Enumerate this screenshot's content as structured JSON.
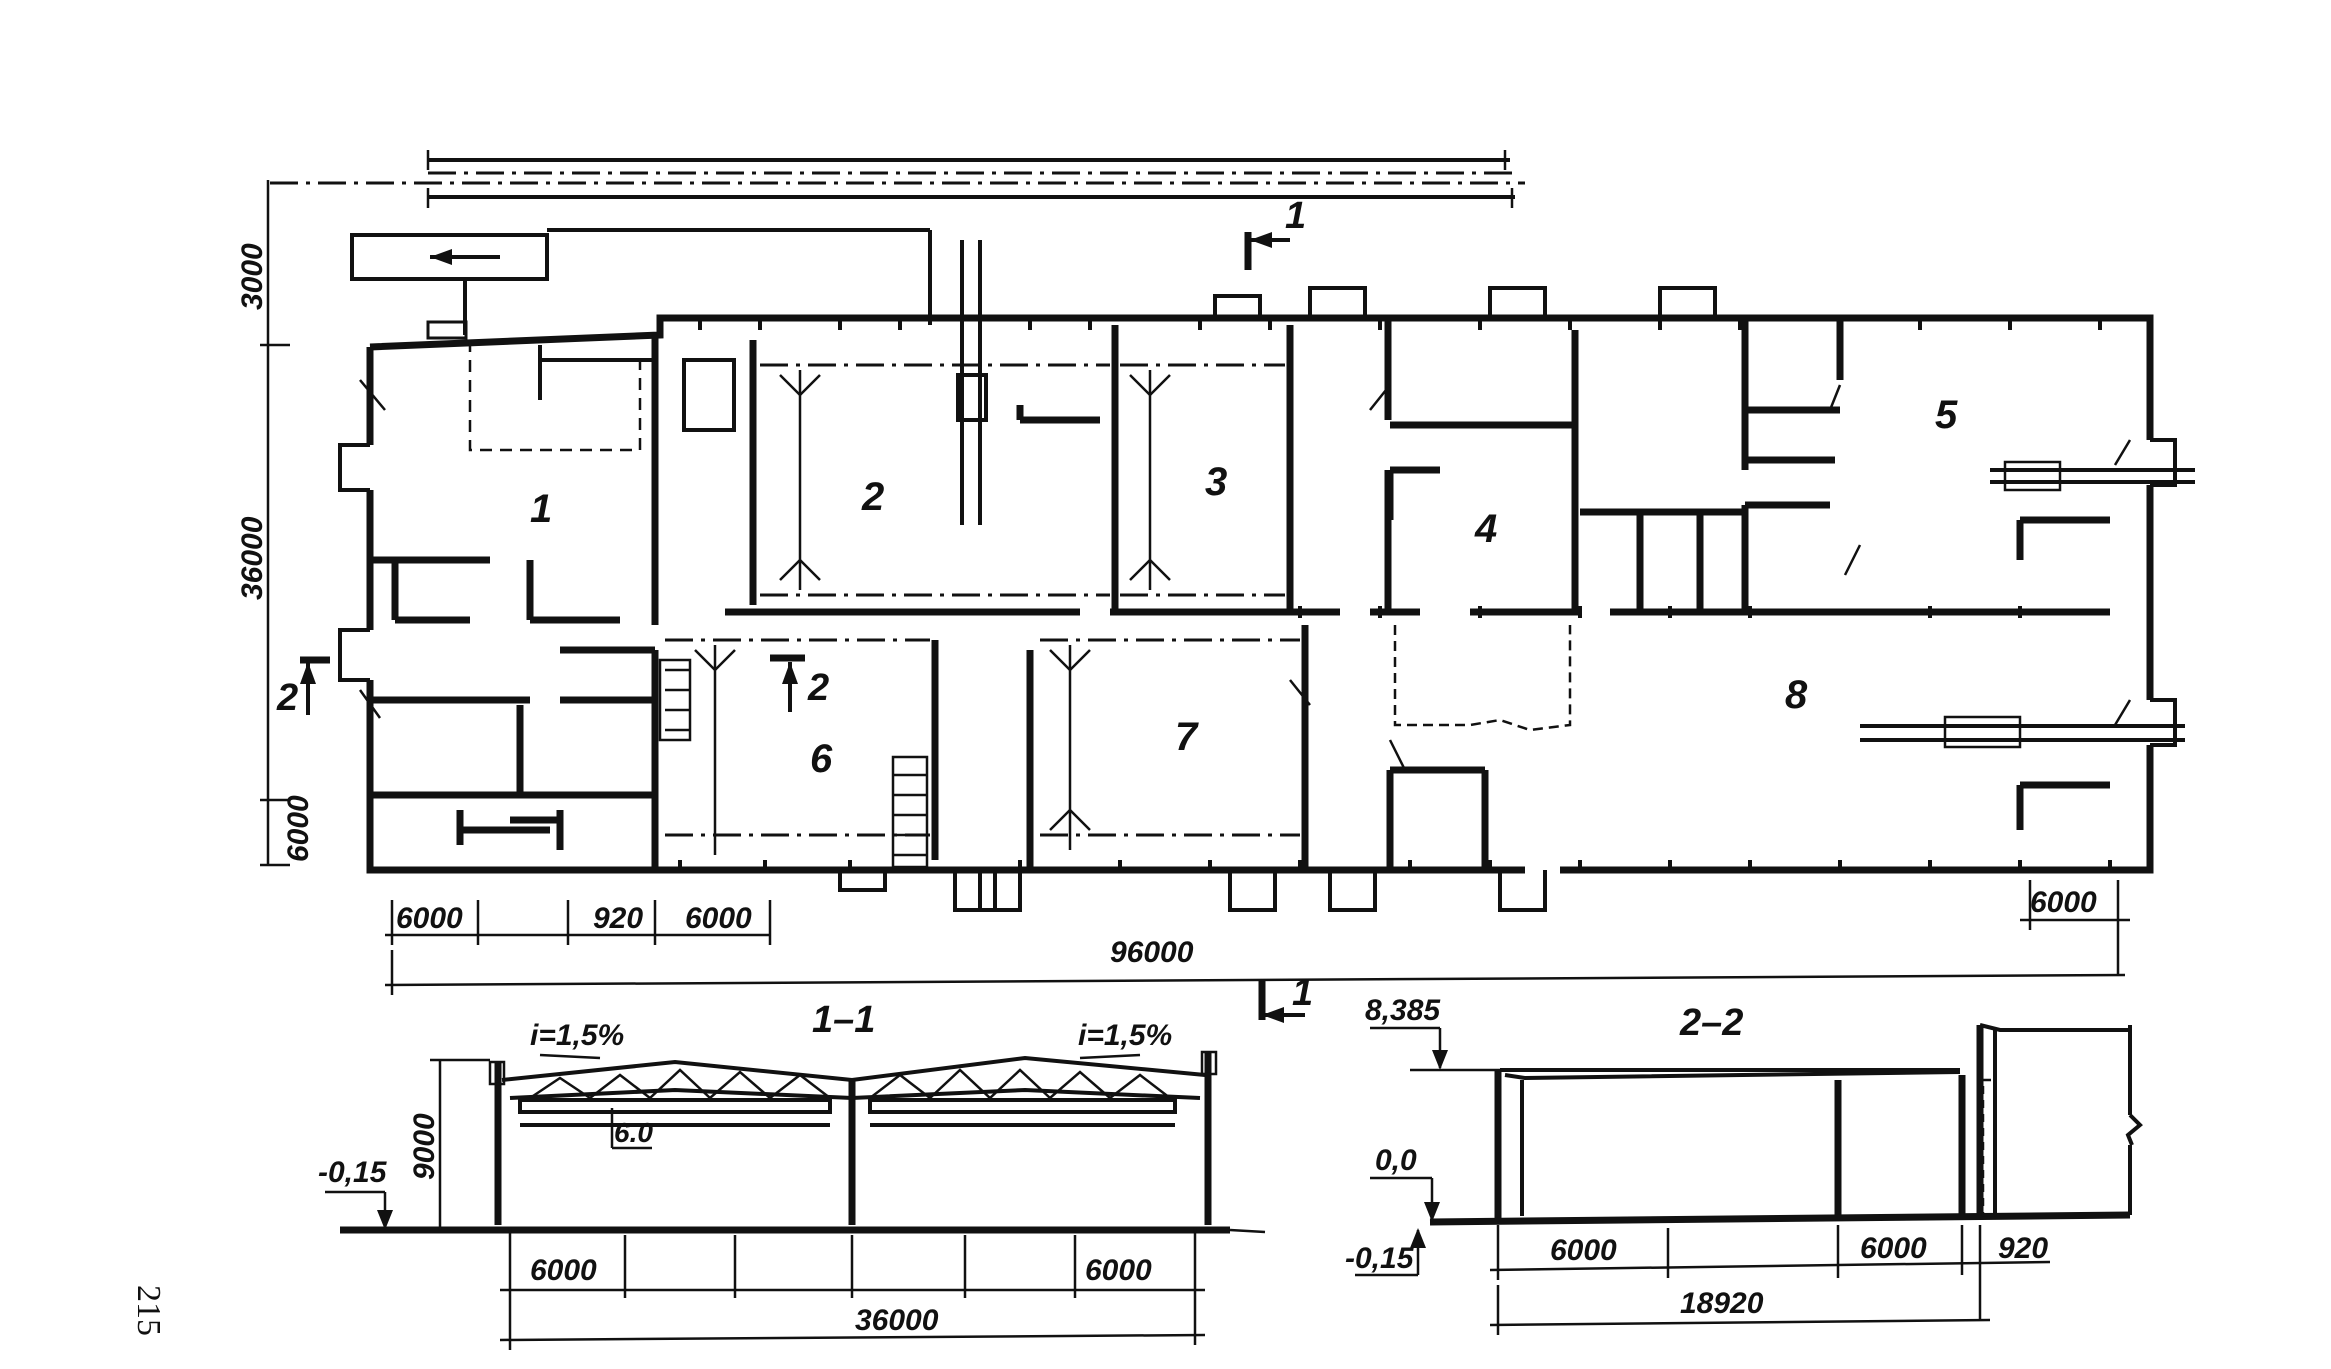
{
  "page": {
    "number": "215"
  },
  "plan": {
    "rooms": [
      "1",
      "2",
      "3",
      "4",
      "5",
      "6",
      "7",
      "8"
    ],
    "section_markers": {
      "cut1_top": "1",
      "cut1_bottom": "1",
      "cut2_left": "2",
      "cut2_mid": "2"
    },
    "dims": {
      "left_top": "3000",
      "left_main": "36000",
      "left_bottom": "6000",
      "bottom_a": "6000",
      "bottom_b": "920",
      "bottom_c": "6000",
      "bottom_right": "6000",
      "overall": "96000"
    }
  },
  "section_1_1": {
    "title": "1–1",
    "slope_left": "i=1,5%",
    "slope_right": "i=1,5%",
    "crane": "6.0",
    "height": "9000",
    "level": "-0,15",
    "dim_left": "6000",
    "dim_right": "6000",
    "overall": "36000"
  },
  "section_2_2": {
    "title": "2–2",
    "level_top": "8,385",
    "level_zero": "0,0",
    "level_bottom": "-0,15",
    "dim_a": "6000",
    "dim_b": "6000",
    "dim_c": "920",
    "overall": "18920"
  }
}
